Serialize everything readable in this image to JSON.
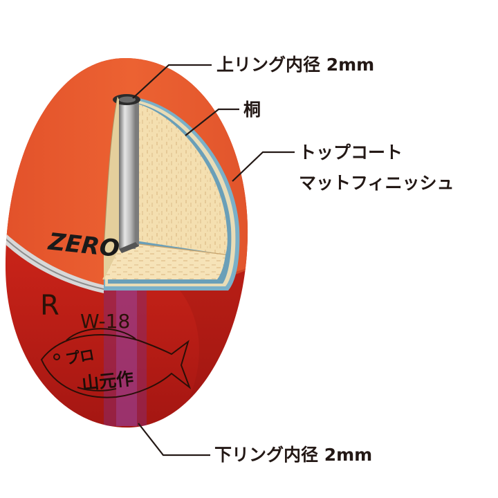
{
  "callouts": {
    "top_ring": "上リング内径 2mm",
    "paulownia": "桐",
    "coat_line1": "トップコート",
    "coat_line2": "マットフィニッシュ",
    "bottom_ring": "下リング内径 2mm"
  },
  "float": {
    "brand_mark": "ZERO",
    "model_letter": "R",
    "model_code": "W-18",
    "maker_line1": "プロ",
    "maker_line2": "山元作"
  },
  "colors": {
    "orange_top": "#ea5a2a",
    "red_bottom": "#c8231a",
    "wood": "#f4dfb0",
    "tube": "#a9a9a9",
    "leader": "#231815"
  }
}
